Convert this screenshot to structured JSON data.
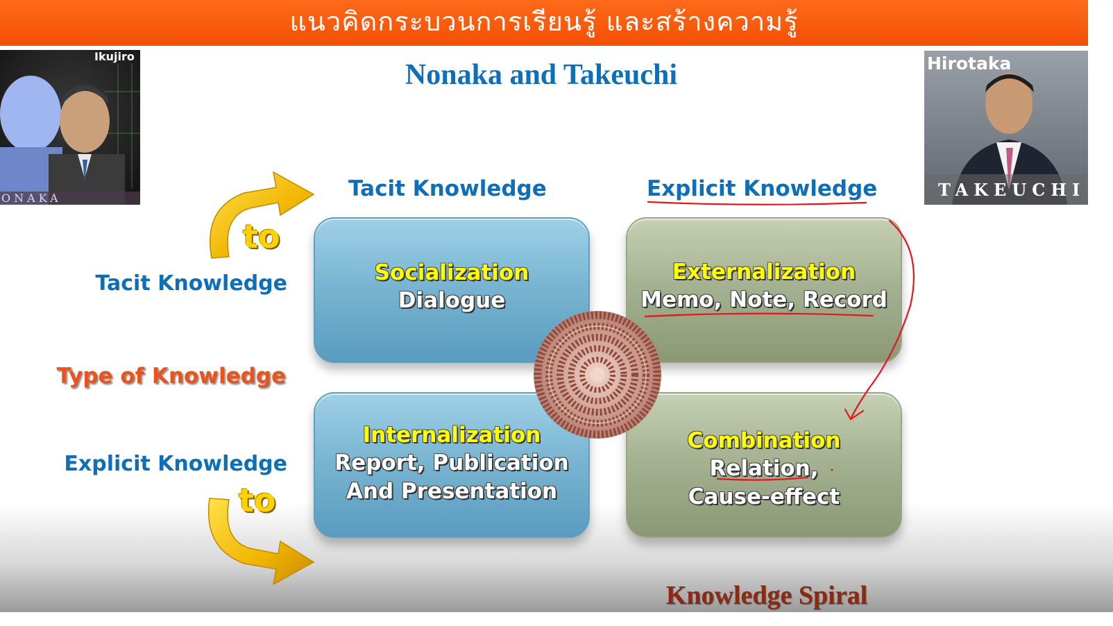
{
  "header": {
    "title": "แนวคิดกระบวนการเรียนรู้ และสร้างความรู้"
  },
  "slide": {
    "title": "Nonaka and Takeuchi",
    "photo_left": {
      "label_top": "Ikujiro",
      "label_bottom": "ONAKA"
    },
    "photo_right": {
      "label_top": "Hirotaka",
      "label_bottom": "TAKEUCHI"
    },
    "columns": [
      "Tacit Knowledge",
      "Explicit Knowledge"
    ],
    "rows": [
      "Tacit Knowledge",
      "Explicit Knowledge"
    ],
    "to_top": "to",
    "to_bottom": "to",
    "type_label": "Type of Knowledge",
    "quadrants": [
      {
        "title": "Socialization",
        "lines": [
          "Dialogue"
        ]
      },
      {
        "title": "Externalization",
        "lines": [
          "Memo, Note, Record"
        ]
      },
      {
        "title": "Internalization",
        "lines": [
          "Report, Publication",
          "And Presentation"
        ]
      },
      {
        "title": "Combination",
        "lines": [
          "Relation,",
          "Cause-effect"
        ]
      }
    ],
    "spiral_label": "Knowledge Spiral"
  },
  "colors": {
    "header_bg": "#f24f05",
    "title_blue": "#0e6fb8",
    "type_orange": "#e8541c",
    "spiral_label": "#8b2a10",
    "quadrant_title": "#ffff00",
    "annotation_red": "#e8141c"
  }
}
